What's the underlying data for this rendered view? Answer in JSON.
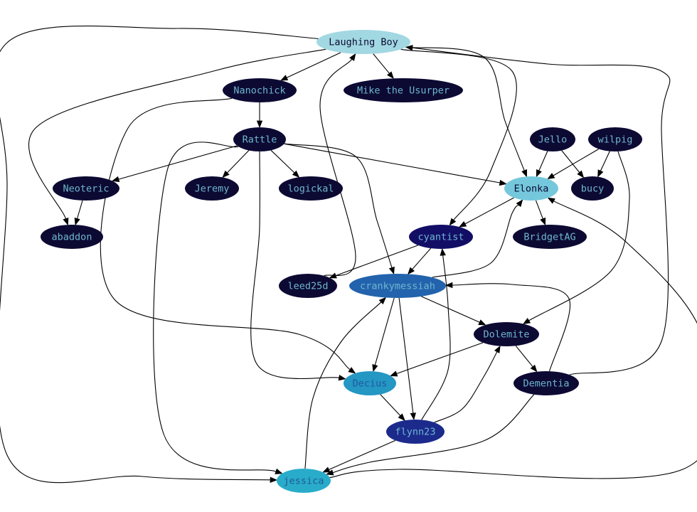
{
  "graph": {
    "nodes": [
      {
        "id": "laughing_boy",
        "label": "Laughing Boy",
        "fill": "#a2d8e2",
        "text": "#0a0a33"
      },
      {
        "id": "nanochick",
        "label": "Nanochick",
        "fill": "#0c0a33",
        "text": "#6fb6cf"
      },
      {
        "id": "mike",
        "label": "Mike the Usurper",
        "fill": "#0c0a33",
        "text": "#6fb6cf"
      },
      {
        "id": "rattle",
        "label": "Rattle",
        "fill": "#0c0a33",
        "text": "#6fb6cf"
      },
      {
        "id": "jello",
        "label": "Jello",
        "fill": "#0c0a33",
        "text": "#6fb6cf"
      },
      {
        "id": "wilpig",
        "label": "wilpig",
        "fill": "#0c0a33",
        "text": "#6fb6cf"
      },
      {
        "id": "neoteric",
        "label": "Neoteric",
        "fill": "#0c0a33",
        "text": "#6fb6cf"
      },
      {
        "id": "jeremy",
        "label": "Jeremy",
        "fill": "#0c0a33",
        "text": "#6fb6cf"
      },
      {
        "id": "logickal",
        "label": "logickal",
        "fill": "#0c0a33",
        "text": "#6fb6cf"
      },
      {
        "id": "elonka",
        "label": "Elonka",
        "fill": "#75c8dc",
        "text": "#0a0a33"
      },
      {
        "id": "bucy",
        "label": "bucy",
        "fill": "#0c0a33",
        "text": "#6fb6cf"
      },
      {
        "id": "abaddon",
        "label": "abaddon",
        "fill": "#0c0a33",
        "text": "#6fb6cf"
      },
      {
        "id": "cyantist",
        "label": "cyantist",
        "fill": "#120e66",
        "text": "#6fb6cf"
      },
      {
        "id": "bridgetag",
        "label": "BridgetAG",
        "fill": "#0c0a33",
        "text": "#6fb6cf"
      },
      {
        "id": "leed25d",
        "label": "leed25d",
        "fill": "#0c0a33",
        "text": "#6fb6cf"
      },
      {
        "id": "crankymessiah",
        "label": "crankymessiah",
        "fill": "#2363ad",
        "text": "#6fb6cf"
      },
      {
        "id": "dolemite",
        "label": "Dolemite",
        "fill": "#0c0a33",
        "text": "#6fb6cf"
      },
      {
        "id": "decius",
        "label": "Decius",
        "fill": "#2497c3",
        "text": "#2058a0"
      },
      {
        "id": "dementia",
        "label": "Dementia",
        "fill": "#0c0a33",
        "text": "#6fb6cf"
      },
      {
        "id": "flynn23",
        "label": "flynn23",
        "fill": "#1c2a8c",
        "text": "#6fb6cf"
      },
      {
        "id": "jessica",
        "label": "jessica",
        "fill": "#29acca",
        "text": "#1e5a96"
      }
    ],
    "edges": [
      {
        "from": "laughing_boy",
        "to": "nanochick"
      },
      {
        "from": "laughing_boy",
        "to": "mike"
      },
      {
        "from": "laughing_boy",
        "to": "abaddon"
      },
      {
        "from": "laughing_boy",
        "to": "jessica"
      },
      {
        "from": "laughing_boy",
        "to": "cyantist"
      },
      {
        "from": "laughing_boy",
        "to": "elonka"
      },
      {
        "from": "nanochick",
        "to": "rattle"
      },
      {
        "from": "nanochick",
        "to": "decius"
      },
      {
        "from": "rattle",
        "to": "neoteric"
      },
      {
        "from": "rattle",
        "to": "jeremy"
      },
      {
        "from": "rattle",
        "to": "logickal"
      },
      {
        "from": "rattle",
        "to": "elonka"
      },
      {
        "from": "rattle",
        "to": "crankymessiah"
      },
      {
        "from": "rattle",
        "to": "decius"
      },
      {
        "from": "rattle",
        "to": "jessica"
      },
      {
        "from": "neoteric",
        "to": "abaddon"
      },
      {
        "from": "jello",
        "to": "elonka"
      },
      {
        "from": "jello",
        "to": "bucy"
      },
      {
        "from": "wilpig",
        "to": "elonka"
      },
      {
        "from": "wilpig",
        "to": "bucy"
      },
      {
        "from": "wilpig",
        "to": "dolemite"
      },
      {
        "from": "elonka",
        "to": "cyantist"
      },
      {
        "from": "elonka",
        "to": "bridgetag"
      },
      {
        "from": "cyantist",
        "to": "leed25d"
      },
      {
        "from": "cyantist",
        "to": "crankymessiah"
      },
      {
        "from": "leed25d",
        "to": "laughing_boy"
      },
      {
        "from": "crankymessiah",
        "to": "elonka"
      },
      {
        "from": "crankymessiah",
        "to": "dolemite"
      },
      {
        "from": "crankymessiah",
        "to": "decius"
      },
      {
        "from": "crankymessiah",
        "to": "flynn23"
      },
      {
        "from": "dolemite",
        "to": "decius"
      },
      {
        "from": "dolemite",
        "to": "dementia"
      },
      {
        "from": "dementia",
        "to": "laughing_boy"
      },
      {
        "from": "dementia",
        "to": "crankymessiah"
      },
      {
        "from": "dementia",
        "to": "jessica"
      },
      {
        "from": "decius",
        "to": "flynn23"
      },
      {
        "from": "flynn23",
        "to": "cyantist"
      },
      {
        "from": "flynn23",
        "to": "dolemite"
      },
      {
        "from": "flynn23",
        "to": "jessica"
      },
      {
        "from": "jessica",
        "to": "crankymessiah"
      },
      {
        "from": "jessica",
        "to": "elonka"
      }
    ]
  }
}
